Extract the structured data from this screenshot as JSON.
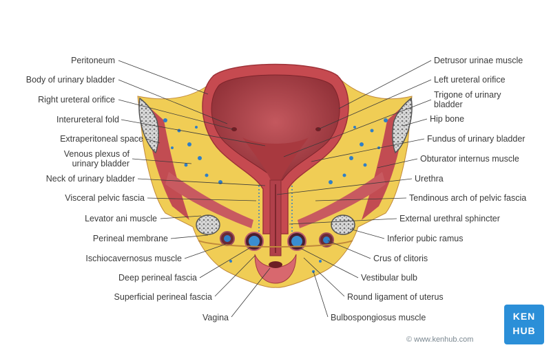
{
  "labels_left": [
    {
      "id": "peritoneum",
      "text": "Peritoneum"
    },
    {
      "id": "body-of-urinary-bladder",
      "text": "Body of urinary bladder"
    },
    {
      "id": "right-ureteral-orifice",
      "text": "Right ureteral orifice"
    },
    {
      "id": "interureteral-fold",
      "text": "Interureteral fold"
    },
    {
      "id": "extraperitoneal-space",
      "text": "Extraperitoneal space"
    },
    {
      "id": "venous-plexus",
      "text": "Venous plexus of\nurinary bladder"
    },
    {
      "id": "neck-of-urinary-bladder",
      "text": "Neck of urinary bladder"
    },
    {
      "id": "visceral-pelvic-fascia",
      "text": "Visceral pelvic fascia"
    },
    {
      "id": "levator-ani-muscle",
      "text": "Levator ani muscle"
    },
    {
      "id": "perineal-membrane",
      "text": "Perineal membrane"
    },
    {
      "id": "ischiocavernosus-muscle",
      "text": "Ischiocavernosus muscle"
    },
    {
      "id": "deep-perineal-fascia",
      "text": "Deep perineal fascia"
    },
    {
      "id": "superficial-perineal-fascia",
      "text": "Superficial perineal fascia"
    },
    {
      "id": "vagina",
      "text": "Vagina"
    }
  ],
  "labels_right": [
    {
      "id": "detrusor-urinae-muscle",
      "text": "Detrusor urinae muscle"
    },
    {
      "id": "left-ureteral-orifice",
      "text": "Left ureteral orifice"
    },
    {
      "id": "trigone-of-urinary-bladder",
      "text": "Trigone of urinary\nbladder"
    },
    {
      "id": "hip-bone",
      "text": "Hip bone"
    },
    {
      "id": "fundus-of-urinary-bladder",
      "text": "Fundus of urinary bladder"
    },
    {
      "id": "obturator-internus-muscle",
      "text": "Obturator internus muscle"
    },
    {
      "id": "urethra",
      "text": "Urethra"
    },
    {
      "id": "tendinous-arch",
      "text": "Tendinous arch of pelvic fascia"
    },
    {
      "id": "external-urethral-sphincter",
      "text": "External urethral sphincter"
    },
    {
      "id": "inferior-pubic-ramus",
      "text": "Inferior pubic ramus"
    },
    {
      "id": "crus-of-clitoris",
      "text": "Crus of clitoris"
    },
    {
      "id": "vestibular-bulb",
      "text": "Vestibular bulb"
    },
    {
      "id": "round-ligament-of-uterus",
      "text": "Round ligament of uterus"
    },
    {
      "id": "bulbospongiosus-muscle",
      "text": "Bulbospongiosus muscle"
    }
  ],
  "logo": {
    "line1": "KEN",
    "line2": "HUB"
  },
  "credit": "© www.kenhub.com",
  "colors": {
    "muscle": "#b8434a",
    "muscle_light": "#d9747a",
    "lumen": "#a33a40",
    "fat": "#efc94c",
    "vein": "#2f7fc7",
    "bone": "#8a8a8a",
    "line": "#3a3a3a",
    "logo": "#2b8fd8"
  }
}
